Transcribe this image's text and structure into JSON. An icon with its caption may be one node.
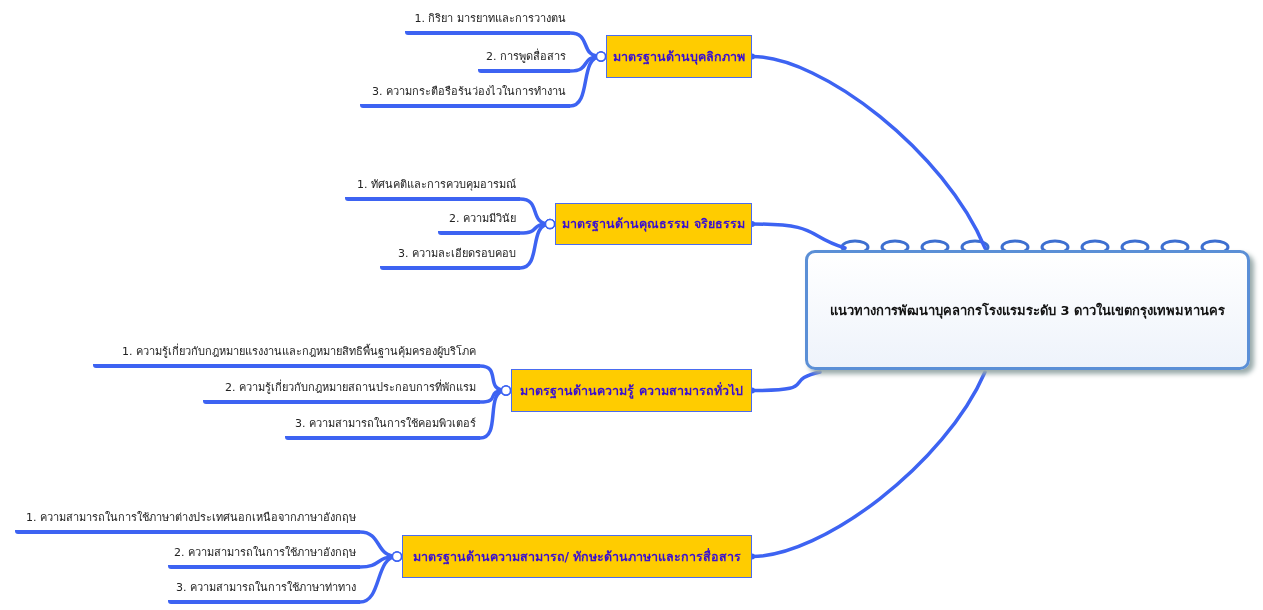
{
  "diagram": {
    "nodes": [
      {
        "text": [
          "แนวทางการพัฒนาบุคลากรโรงแรมระดับ 3 ดาวในเขตกรุงเทพมหานคร"
        ]
      },
      {
        "text": [
          "มาตรฐานด้านบุคลิกภาพ"
        ]
      },
      {
        "text": [
          "1. กิริยา มารยาทและการวางตน"
        ]
      },
      {
        "text": [
          "2. การพูดสื่อสาร"
        ]
      },
      {
        "text": [
          "3. ความกระตือรือร้นว่องไวในการทำงาน"
        ]
      },
      {
        "text": [
          "มาตรฐานด้านคุณธรรม จริยธรรม"
        ]
      },
      {
        "text": [
          "1. ทัศนคติและการควบคุมอารมณ์"
        ]
      },
      {
        "text": [
          "2. ความมีวินัย"
        ]
      },
      {
        "text": [
          "3. ความละเอียดรอบคอบ"
        ]
      },
      {
        "text": [
          "มาตรฐานด้านความรู้ ความสามารถทั่วไป"
        ]
      },
      {
        "text": [
          "1. ความรู้เกี่ยวกับกฎหมายแรงงานและกฎหมายสิทธิพื้นฐานคุ้มครองผู้บริโภค"
        ]
      },
      {
        "text": [
          "2. ความรู้เกี่ยวกับกฎหมายสถานประกอบการที่พักแรม"
        ]
      },
      {
        "text": [
          "3. ความสามารถในการใช้คอมพิวเตอร์"
        ]
      },
      {
        "text": [
          "มาตรฐานด้านความสามารถ/ ทักษะด้านภาษาและการสื่อสาร"
        ]
      },
      {
        "text": [
          "1. ความสามารถในการใช้ภาษาต่างประเทศนอกเหนือจากภาษาอังกฤษ"
        ]
      },
      {
        "text": [
          "2. ความสามารถในการใช้ภาษาอังกฤษ"
        ]
      },
      {
        "text": [
          "3. ความสามารถในการใช้ภาษาท่าทาง"
        ]
      }
    ],
    "edges": [
      {
        "from": 0,
        "to": 1,
        "arrow": "other"
      },
      {
        "from": 0,
        "to": 5,
        "arrow": "other"
      },
      {
        "from": 0,
        "to": 9,
        "arrow": "other"
      },
      {
        "from": 0,
        "to": 13,
        "arrow": "other"
      },
      {
        "from": 1,
        "to": 2,
        "arrow": "other"
      },
      {
        "from": 1,
        "to": 3,
        "arrow": "other"
      },
      {
        "from": 1,
        "to": 4,
        "arrow": "other"
      },
      {
        "from": 5,
        "to": 6,
        "arrow": "other"
      },
      {
        "from": 5,
        "to": 7,
        "arrow": "other"
      },
      {
        "from": 5,
        "to": 8,
        "arrow": "other"
      },
      {
        "from": 9,
        "to": 10,
        "arrow": "other"
      },
      {
        "from": 9,
        "to": 11,
        "arrow": "other"
      },
      {
        "from": 9,
        "to": 12,
        "arrow": "other"
      },
      {
        "from": 13,
        "to": 14,
        "arrow": "other"
      },
      {
        "from": 13,
        "to": 15,
        "arrow": "other"
      },
      {
        "from": 13,
        "to": 16,
        "arrow": "other"
      }
    ]
  }
}
